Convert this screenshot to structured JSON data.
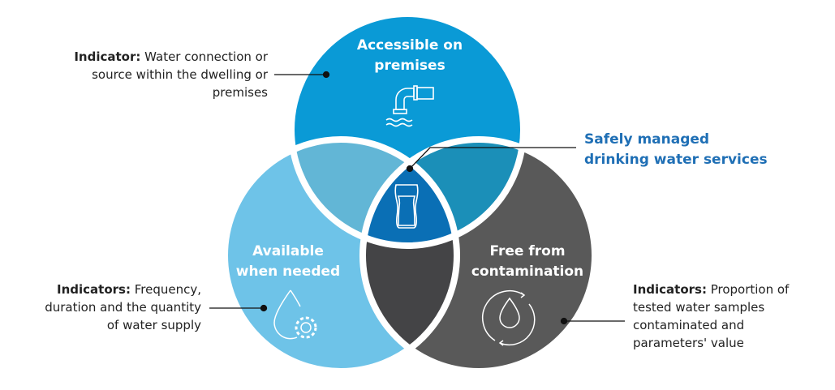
{
  "circles": {
    "top": {
      "label_line1": "Accessible on",
      "label_line2": "premises",
      "icon": "water-tap-icon",
      "color": "#0a9ad6"
    },
    "left": {
      "label_line1": "Available",
      "label_line2": "when needed",
      "icon": "water-drop-gear-icon",
      "color": "#6ec3e8"
    },
    "right": {
      "label_line1": "Free from",
      "label_line2": "contamination",
      "icon": "water-drop-cycle-icon",
      "color": "#595959"
    }
  },
  "overlaps": {
    "top_left": "#62b6d6",
    "top_right": "#1b8fb8",
    "bottom": "#444446",
    "center": "#0a6fb5"
  },
  "center": {
    "label_line1": "Safely managed",
    "label_line2": "drinking water services",
    "icon": "glass-of-water-icon",
    "color": "#1f6fb5"
  },
  "annotations": {
    "top": {
      "bold": "Indicator:",
      "line1": " Water connection or",
      "line2": "source within the dwelling or",
      "line3": "premises"
    },
    "left": {
      "bold": "Indicators:",
      "line1": " Frequency,",
      "line2": "duration and the quantity",
      "line3": "of water supply"
    },
    "right": {
      "bold": "Indicators:",
      "line1": " Proportion of",
      "line2": "tested water samples",
      "line3": "contaminated and",
      "line4": "parameters' value"
    }
  }
}
